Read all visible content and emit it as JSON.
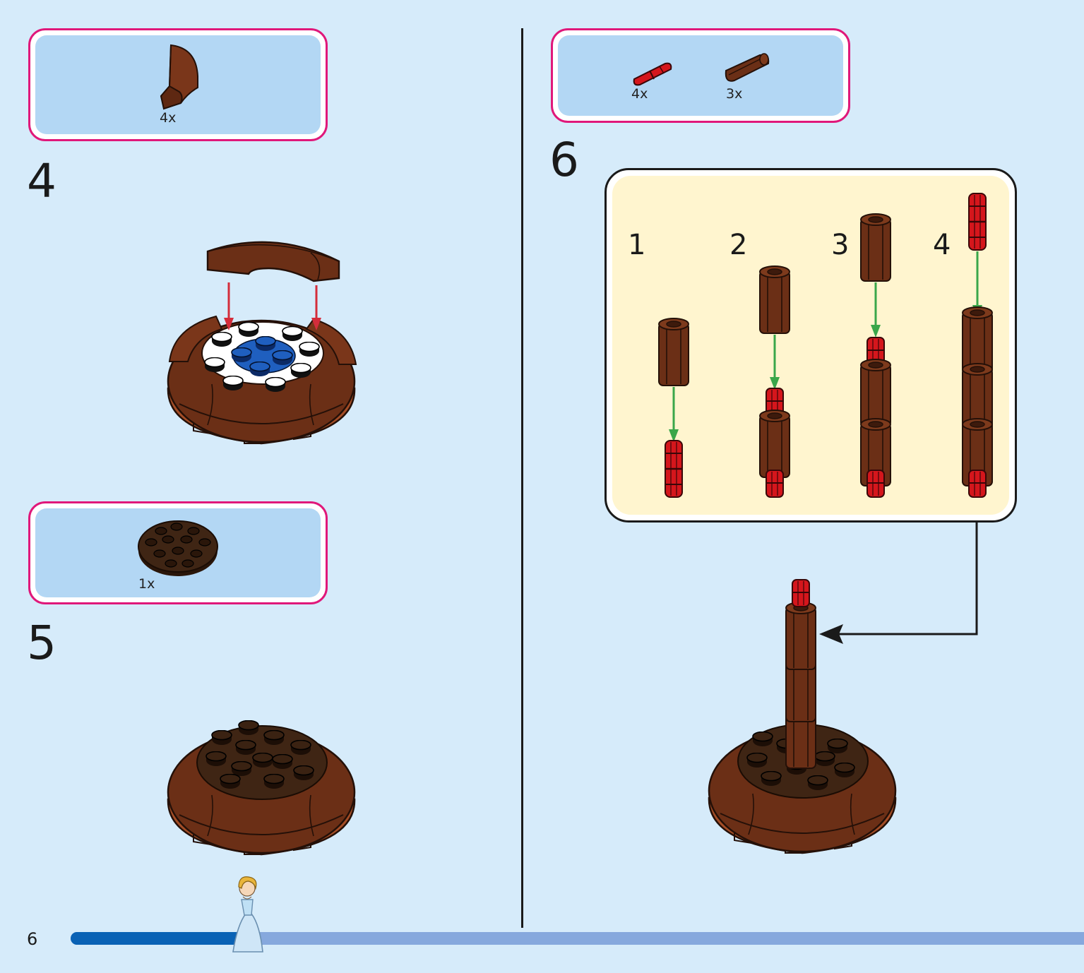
{
  "page": {
    "number": "6"
  },
  "progress": {
    "fraction": 0.17
  },
  "steps": [
    {
      "number": "4",
      "parts": [
        {
          "qty": "4x",
          "name": "brown curved slope"
        }
      ]
    },
    {
      "number": "5",
      "parts": [
        {
          "qty": "1x",
          "name": "dark brown round plate"
        }
      ]
    },
    {
      "number": "6",
      "parts": [
        {
          "qty": "4x",
          "name": "red axle pin"
        },
        {
          "qty": "3x",
          "name": "brown column"
        }
      ],
      "substeps": [
        "1",
        "2",
        "3",
        "4"
      ]
    }
  ],
  "colors": {
    "background": "#d6ebfa",
    "parts_border": "#e0187a",
    "parts_fill": "#b3d7f4",
    "substep_fill": "#fff5cf",
    "brown": "#6b2f16",
    "dark_brown": "#3f2514",
    "red": "#d5161c",
    "green_arrow": "#3aa64a",
    "red_arrow": "#d42d3b",
    "stud_blue": "#1f5fbf",
    "progress_fill": "#0a62b5",
    "progress_track": "#86a8dd"
  }
}
